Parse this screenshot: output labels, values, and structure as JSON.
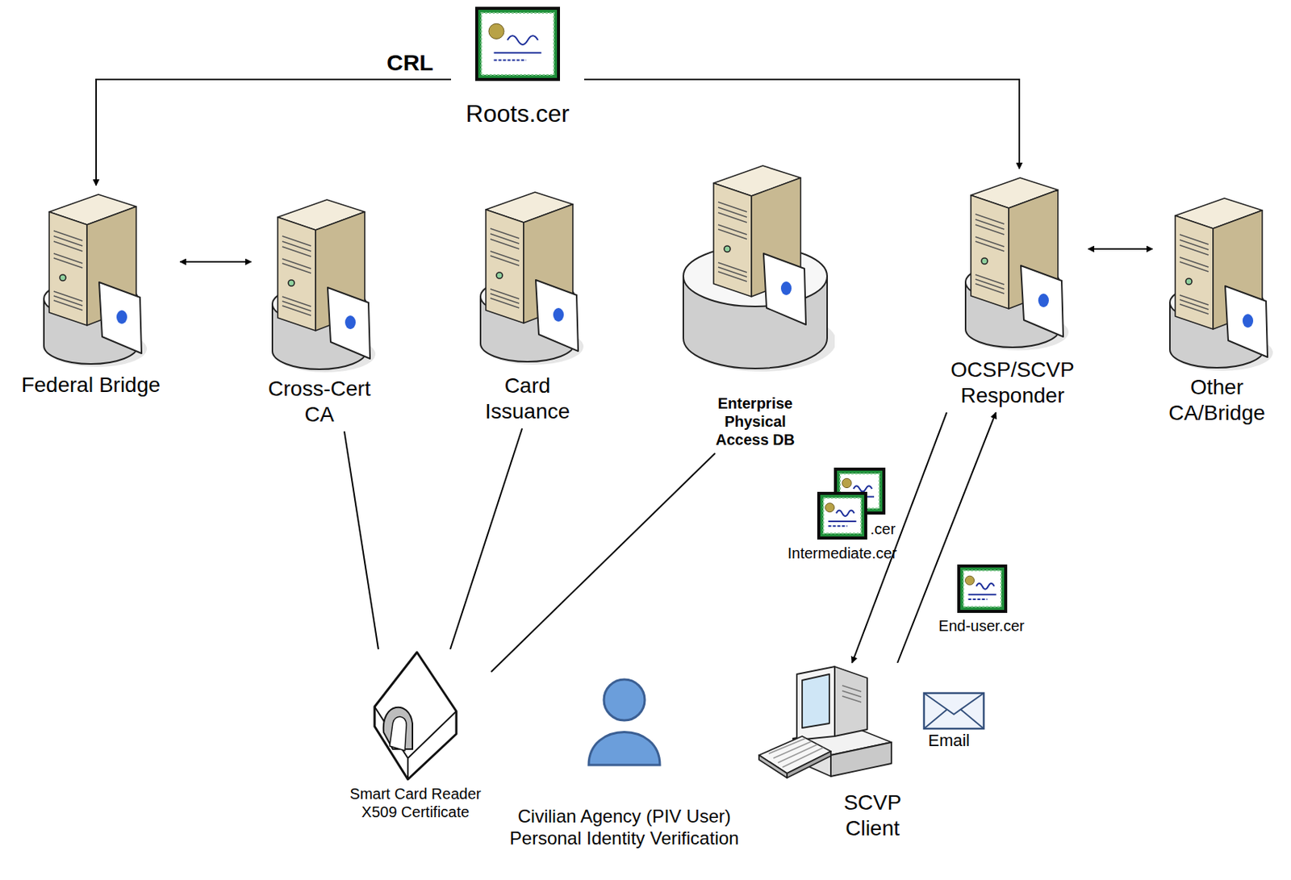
{
  "diagram": {
    "nodes": [
      {
        "text": [
          "Roots.cer"
        ]
      },
      {
        "text": [
          "Federal Bridge"
        ]
      },
      {
        "text": [
          "Cross-Cert CA"
        ]
      },
      {
        "text": [
          "Card Issuance"
        ]
      },
      {
        "text": [
          "Enterprise Physical Access DB"
        ]
      },
      {
        "text": [
          "OCSP/SCVP Responder"
        ]
      },
      {
        "text": [
          "Other CA/Bridge"
        ]
      },
      {
        "text": [
          "Smart Card Reader X509 Certificate"
        ]
      },
      {
        "text": [
          "Civilian Agency (PIV User) Personal Identity Verification"
        ]
      },
      {
        "text": [
          "SCVP Client"
        ]
      }
    ],
    "edges": [
      {
        "from": 0,
        "to": 1,
        "arrow": "to",
        "label": "CRL"
      },
      {
        "from": 0,
        "to": 5,
        "arrow": "to"
      },
      {
        "from": 1,
        "to": 2,
        "arrow": "both"
      },
      {
        "from": 5,
        "to": 6,
        "arrow": "both"
      },
      {
        "from": 7,
        "to": 2,
        "arrow": "none"
      },
      {
        "from": 7,
        "to": 3,
        "arrow": "none"
      },
      {
        "from": 7,
        "to": 4,
        "arrow": "none"
      },
      {
        "from": 5,
        "to": 9,
        "arrow": "to"
      },
      {
        "from": 9,
        "to": 5,
        "arrow": "to"
      }
    ],
    "labels": [
      ".cer",
      "Intermediate.cer",
      "End-user.cer",
      "Email"
    ]
  }
}
